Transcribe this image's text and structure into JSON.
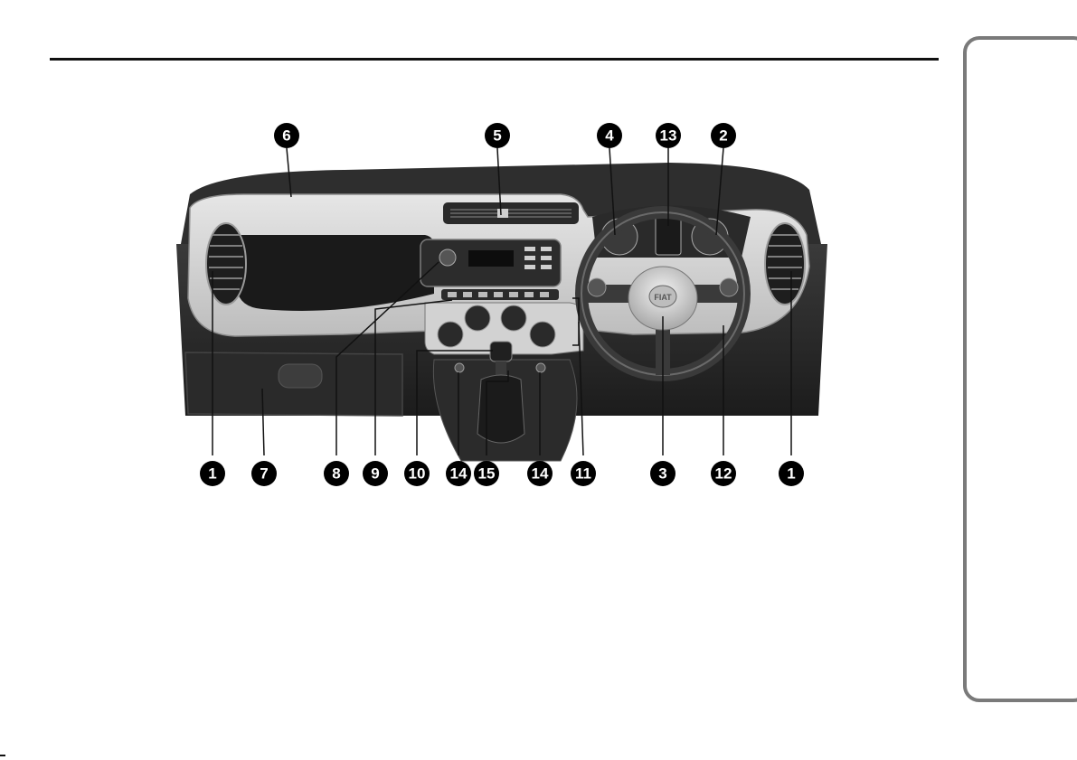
{
  "figure": {
    "callouts_top": [
      "6",
      "5",
      "4",
      "13",
      "2"
    ],
    "callouts_bottom": [
      "1",
      "7",
      "8",
      "9",
      "10",
      "14",
      "15",
      "14",
      "11",
      "3",
      "12",
      "1"
    ],
    "steering_logo": "FIAT"
  },
  "colors": {
    "rule": "#111111",
    "tab_border": "#7a7a7a",
    "callout_fill": "#000000",
    "dash_light": "#d9d9d9",
    "dash_dark": "#1e1e1e"
  }
}
